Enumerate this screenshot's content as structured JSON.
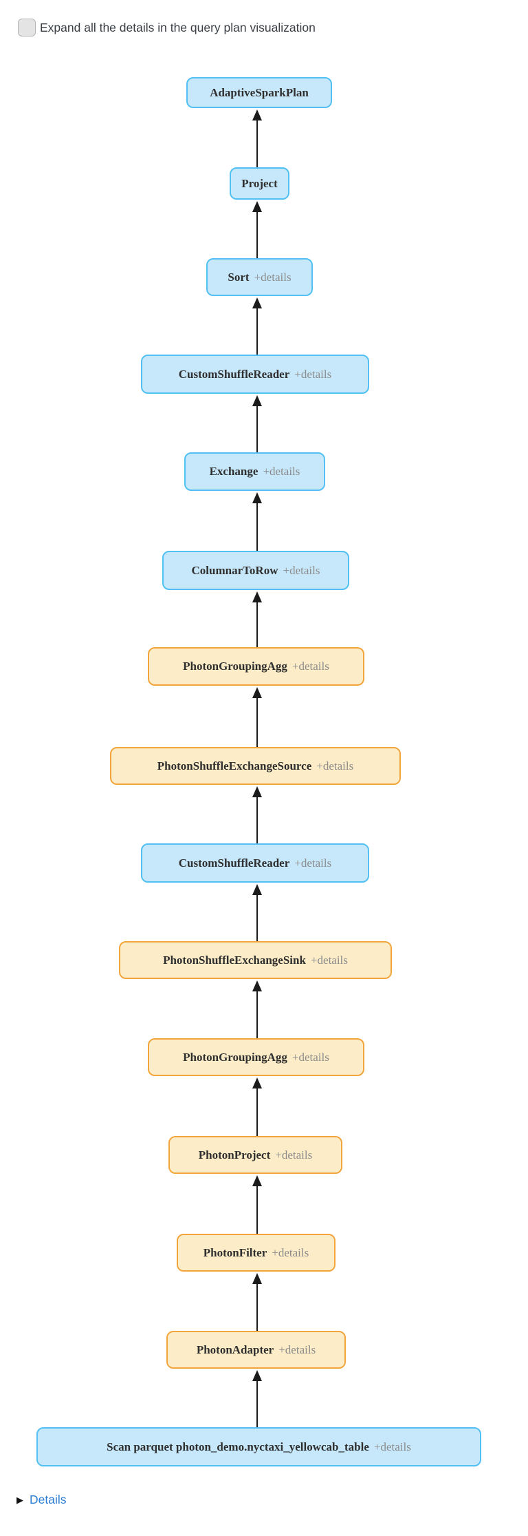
{
  "controls": {
    "expand_checkbox_label": "Expand all the details in the query plan visualization",
    "expand_checkbox_checked": false,
    "details_toggle_label": "Details",
    "details_toggle_icon": "▶",
    "details_toggle_expanded": false
  },
  "colors": {
    "spark_node_fill": "#c7e8fa",
    "spark_node_border": "#52c0f2",
    "photon_node_fill": "#fcedc8",
    "photon_node_border": "#f2a53c",
    "edge": "#1b1b1b",
    "details_link": "#2d7cd4",
    "node_text": "#2f2f2f",
    "details_expander_text": "#8c8c8c"
  },
  "graph": {
    "direction": "bottom-to-top",
    "nodes": [
      {
        "name": "AdaptiveSparkPlan",
        "type": "spark"
      },
      {
        "name": "Project",
        "type": "spark"
      },
      {
        "name": "Sort",
        "details_label": "+details",
        "type": "spark"
      },
      {
        "name": "CustomShuffleReader",
        "details_label": "+details",
        "type": "spark"
      },
      {
        "name": "Exchange",
        "details_label": "+details",
        "type": "spark"
      },
      {
        "name": "ColumnarToRow",
        "details_label": "+details",
        "type": "spark"
      },
      {
        "name": "PhotonGroupingAgg",
        "details_label": "+details",
        "type": "photon"
      },
      {
        "name": "PhotonShuffleExchangeSource",
        "details_label": "+details",
        "type": "photon"
      },
      {
        "name": "CustomShuffleReader",
        "details_label": "+details",
        "type": "spark"
      },
      {
        "name": "PhotonShuffleExchangeSink",
        "details_label": "+details",
        "type": "photon"
      },
      {
        "name": "PhotonGroupingAgg",
        "details_label": "+details",
        "type": "photon"
      },
      {
        "name": "PhotonProject",
        "details_label": "+details",
        "type": "photon"
      },
      {
        "name": "PhotonFilter",
        "details_label": "+details",
        "type": "photon"
      },
      {
        "name": "PhotonAdapter",
        "details_label": "+details",
        "type": "photon"
      },
      {
        "name": "Scan parquet photon_demo.nyctaxi_yellowcab_table",
        "details_label": "+details",
        "type": "spark"
      }
    ],
    "edges": [
      {
        "from": "Project",
        "to": "AdaptiveSparkPlan"
      },
      {
        "from": "Sort",
        "to": "Project"
      },
      {
        "from": "CustomShuffleReader",
        "to": "Sort"
      },
      {
        "from": "Exchange",
        "to": "CustomShuffleReader"
      },
      {
        "from": "ColumnarToRow",
        "to": "Exchange"
      },
      {
        "from": "PhotonGroupingAgg",
        "to": "ColumnarToRow"
      },
      {
        "from": "PhotonShuffleExchangeSource",
        "to": "PhotonGroupingAgg"
      },
      {
        "from": "CustomShuffleReader",
        "to": "PhotonShuffleExchangeSource"
      },
      {
        "from": "PhotonShuffleExchangeSink",
        "to": "CustomShuffleReader"
      },
      {
        "from": "PhotonGroupingAgg",
        "to": "PhotonShuffleExchangeSink"
      },
      {
        "from": "PhotonProject",
        "to": "PhotonGroupingAgg"
      },
      {
        "from": "PhotonFilter",
        "to": "PhotonProject"
      },
      {
        "from": "PhotonAdapter",
        "to": "PhotonFilter"
      },
      {
        "from": "Scan parquet photon_demo.nyctaxi_yellowcab_table",
        "to": "PhotonAdapter"
      }
    ]
  }
}
